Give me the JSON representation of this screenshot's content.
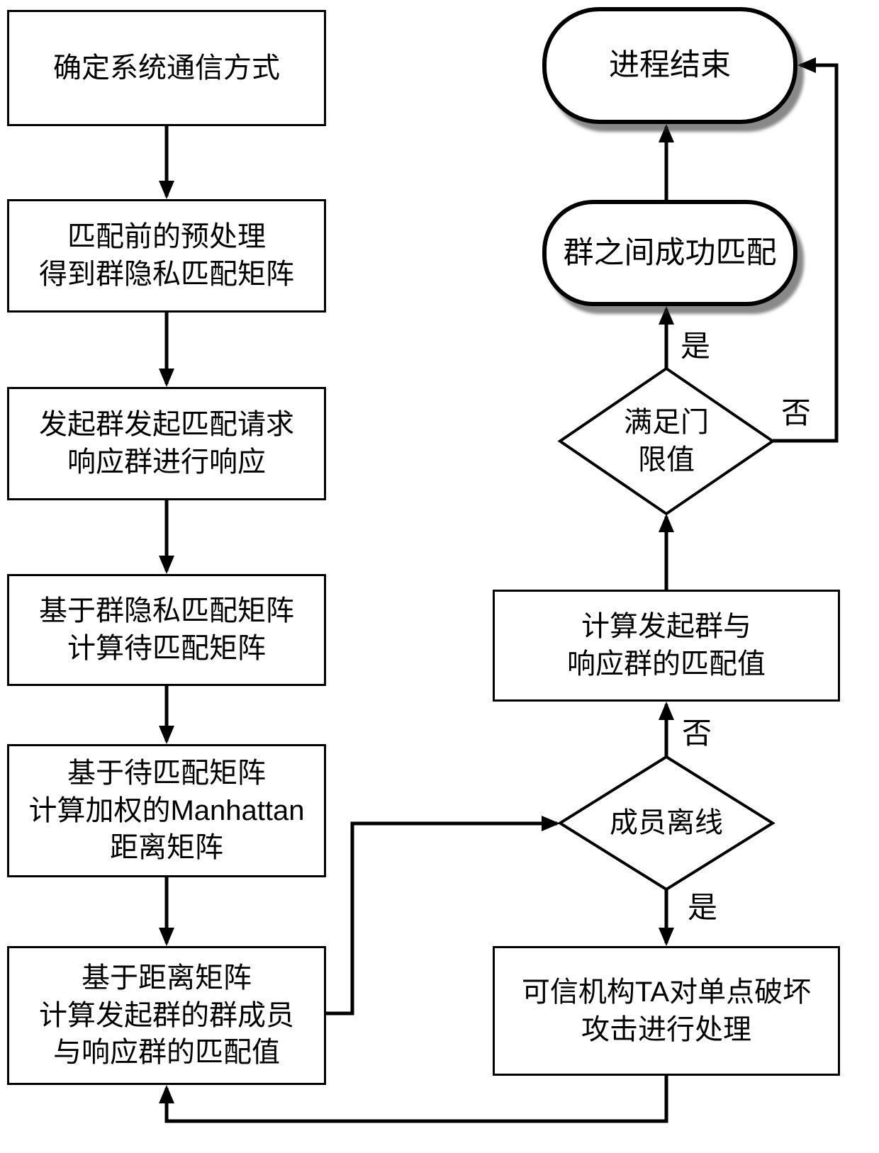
{
  "nodes": {
    "determine_comm": "确定系统通信方式",
    "preprocessing": "匹配前的预处理\n得到群隐私匹配矩阵",
    "request_response": "发起群发起匹配请求\n响应群进行响应",
    "to_match_matrix": "基于群隐私匹配矩阵\n计算待匹配矩阵",
    "manhattan": "基于待匹配矩阵\n计算加权的Manhattan\n距离矩阵",
    "member_match": "基于距离矩阵\n计算发起群的群成员\n与响应群的匹配值",
    "process_end": "进程结束",
    "match_success": "群之间成功匹配",
    "threshold": "满足门\n限值",
    "group_match": "计算发起群与\n响应群的匹配值",
    "member_offline": "成员离线",
    "ta_process": "可信机构TA对单点破坏\n攻击进行处理"
  },
  "labels": {
    "threshold_yes": "是",
    "threshold_no": "否",
    "offline_no": "否",
    "offline_yes": "是"
  }
}
